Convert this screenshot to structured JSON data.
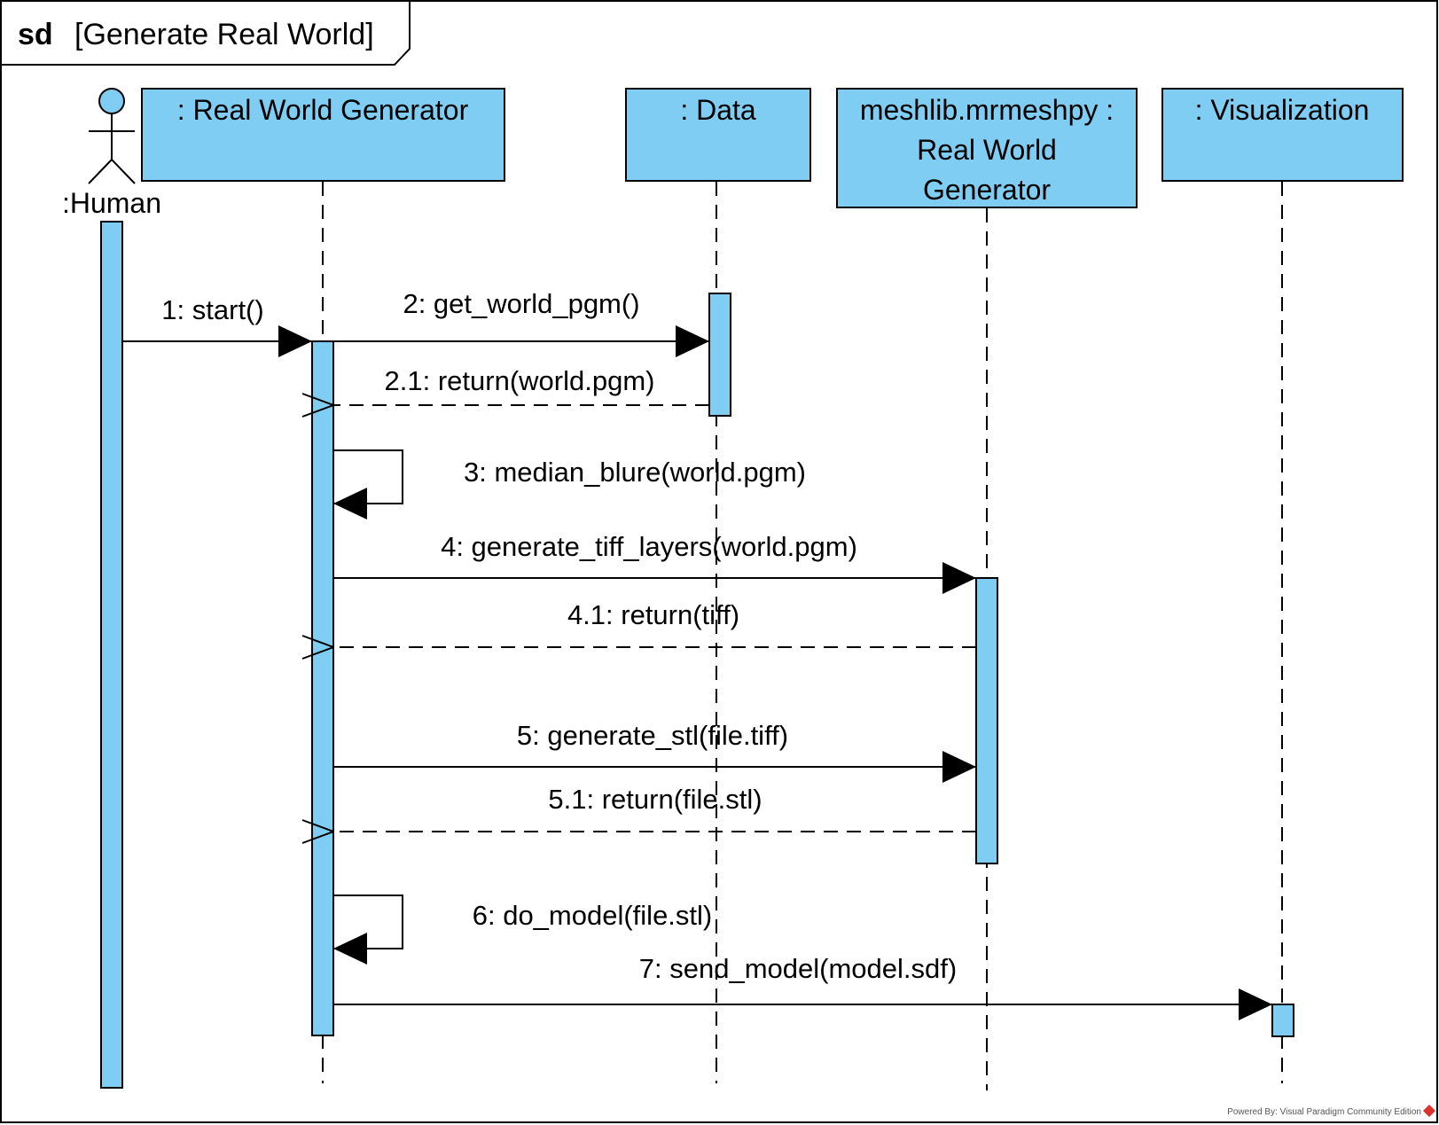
{
  "frame": {
    "keyword": "sd",
    "name": "[Generate Real World]"
  },
  "actor": {
    "label": ":Human"
  },
  "lifelines": {
    "generator": {
      "label": ": Real World Generator"
    },
    "data": {
      "label": ": Data"
    },
    "meshlib": {
      "lines": [
        "meshlib.mrmeshpy :",
        "Real World",
        "Generator"
      ]
    },
    "visualization": {
      "label": ": Visualization"
    }
  },
  "messages": [
    {
      "id": "m1",
      "text": "1: start()",
      "kind": "sync"
    },
    {
      "id": "m2",
      "text": "2: get_world_pgm()",
      "kind": "sync"
    },
    {
      "id": "m21",
      "text": "2.1: return(world.pgm)",
      "kind": "reply"
    },
    {
      "id": "m3",
      "text": "3: median_blure(world.pgm)",
      "kind": "self"
    },
    {
      "id": "m4",
      "text": "4: generate_tiff_layers(world.pgm)",
      "kind": "sync"
    },
    {
      "id": "m41",
      "text": "4.1: return(tiff)",
      "kind": "reply"
    },
    {
      "id": "m5",
      "text": "5: generate_stl(file.tiff)",
      "kind": "sync"
    },
    {
      "id": "m51",
      "text": "5.1: return(file.stl)",
      "kind": "reply"
    },
    {
      "id": "m6",
      "text": "6: do_model(file.stl)",
      "kind": "self"
    },
    {
      "id": "m7",
      "text": "7: send_model(model.sdf)",
      "kind": "sync"
    }
  ],
  "footer": {
    "credit": "Powered By: Visual Paradigm Community Edition"
  },
  "colors": {
    "box_fill": "#7fcdf2",
    "line": "#000000",
    "background": "#ffffff",
    "logo": "#d9332b"
  }
}
